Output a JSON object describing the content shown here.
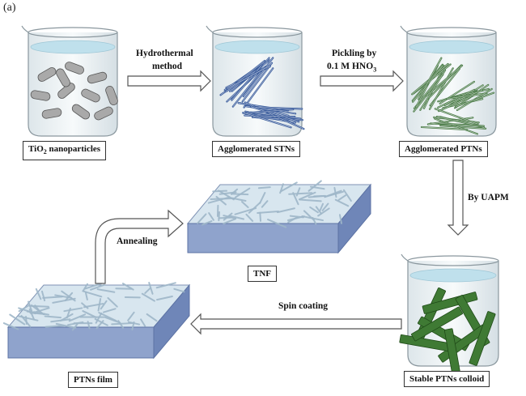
{
  "panel_label": "(a)",
  "steps": {
    "tio2": {
      "text_main": "TiO",
      "sub": "2",
      "text_rest": " nanoparticles"
    },
    "stn": "Agglomerated STNs",
    "ptn": "Agglomerated PTNs",
    "colloid": "Stable PTNs colloid",
    "film": "PTNs film",
    "tnf": "TNF"
  },
  "arrows": {
    "hydro_line1": "Hydrothermal",
    "hydro_line2": "method",
    "pickle_line1": "Pickling by",
    "pickle_line2_main": "0.1 M HNO",
    "pickle_line2_sub": "3",
    "uapm": "By UAPM",
    "spin": "Spin coating",
    "anneal": "Annealing"
  },
  "colors": {
    "glass": "#eef3f5",
    "liquid_top": "#bfe0ec",
    "particle": "#a9a9a9",
    "stn_blue": "#3a5c9c",
    "ptn_green": "#4d7d4a",
    "colloid_green": "#3f7a34",
    "film_top": "#d8e6ef",
    "film_side": "#6f86b8",
    "film_front": "#8fa3cc"
  }
}
